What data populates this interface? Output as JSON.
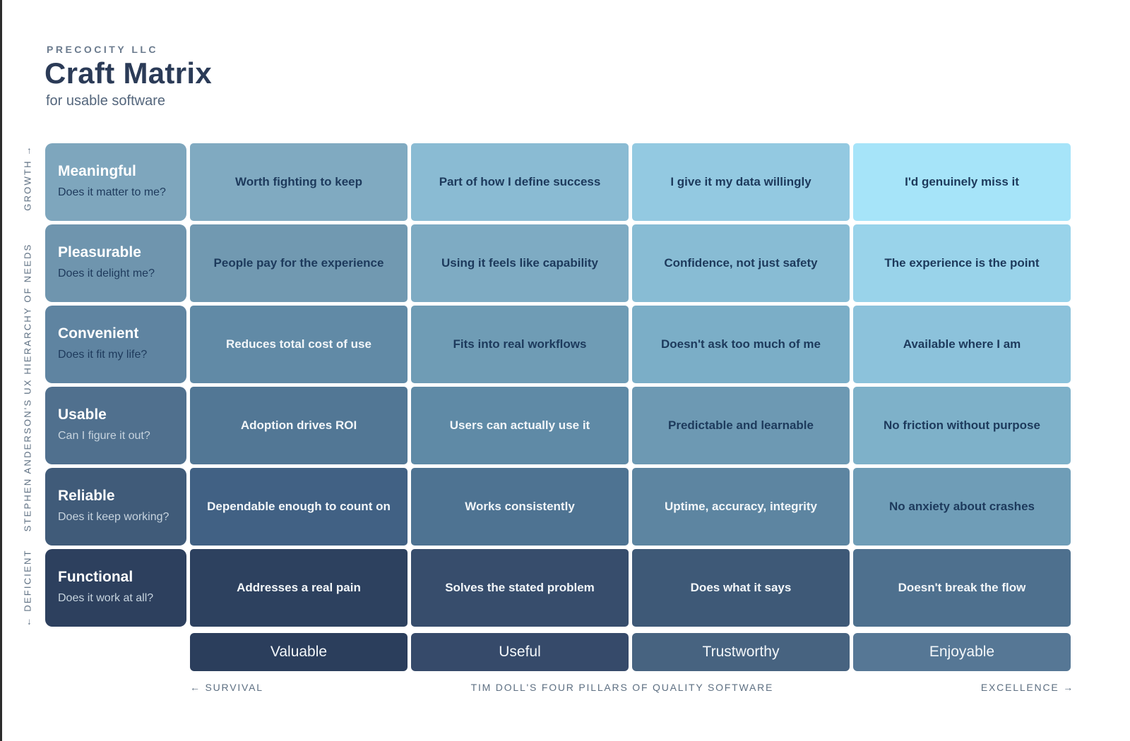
{
  "header": {
    "company": "PRECOCITY LLC",
    "title": "Craft Matrix",
    "subtitle": "for usable software"
  },
  "left_axis": {
    "top_label": "GROWTH",
    "middle_label": "STEPHEN ANDERSON'S UX HIERARCHY OF NEEDS",
    "bottom_label": "DEFICIENT"
  },
  "bottom_axis": {
    "left": "← SURVIVAL",
    "center": "TIM DOLL'S FOUR PILLARS OF QUALITY SOFTWARE",
    "right": "EXCELLENCE →"
  },
  "matrix": {
    "rows": [
      {
        "title": "Meaningful",
        "question": "Does it matter to me?",
        "label_bg": "#7ea6bd",
        "question_tone": "dark",
        "cells": [
          {
            "text": "Worth fighting to keep",
            "bg": "#80aac1",
            "tone": "dark"
          },
          {
            "text": "Part of how I define success",
            "bg": "#8abbd3",
            "tone": "dark"
          },
          {
            "text": "I give it my data willingly",
            "bg": "#93c9e1",
            "tone": "dark"
          },
          {
            "text": "I'd genuinely miss it",
            "bg": "#a6e4f9",
            "tone": "dark"
          }
        ]
      },
      {
        "title": "Pleasurable",
        "question": "Does it delight me?",
        "label_bg": "#6f95ae",
        "question_tone": "dark",
        "cells": [
          {
            "text": "People pay for the experience",
            "bg": "#7199b1",
            "tone": "dark"
          },
          {
            "text": "Using it feels like capability",
            "bg": "#7eabc3",
            "tone": "dark"
          },
          {
            "text": "Confidence, not just safety",
            "bg": "#88bcd4",
            "tone": "dark"
          },
          {
            "text": "The experience is the point",
            "bg": "#99d3ea",
            "tone": "dark"
          }
        ]
      },
      {
        "title": "Convenient",
        "question": "Does it fit my life?",
        "label_bg": "#5f84a1",
        "question_tone": "dark",
        "cells": [
          {
            "text": "Reduces total cost of use",
            "bg": "#618aa6",
            "tone": "light"
          },
          {
            "text": "Fits into real workflows",
            "bg": "#6f9cb5",
            "tone": "dark"
          },
          {
            "text": "Doesn't ask too much of me",
            "bg": "#7baec7",
            "tone": "dark"
          },
          {
            "text": "Available where I am",
            "bg": "#8cc2db",
            "tone": "dark"
          }
        ]
      },
      {
        "title": "Usable",
        "question": "Can I figure it out?",
        "label_bg": "#50708e",
        "question_tone": "light",
        "cells": [
          {
            "text": "Adoption drives ROI",
            "bg": "#527795",
            "tone": "light"
          },
          {
            "text": "Users can actually use it",
            "bg": "#5f8aa6",
            "tone": "light"
          },
          {
            "text": "Predictable and learnable",
            "bg": "#6d99b3",
            "tone": "dark"
          },
          {
            "text": "No friction without purpose",
            "bg": "#7eb1c9",
            "tone": "dark"
          }
        ]
      },
      {
        "title": "Reliable",
        "question": "Does it keep working?",
        "label_bg": "#405b79",
        "question_tone": "light",
        "cells": [
          {
            "text": "Dependable enough to count on",
            "bg": "#416184",
            "tone": "light"
          },
          {
            "text": "Works consistently",
            "bg": "#4e7392",
            "tone": "light"
          },
          {
            "text": "Uptime, accuracy, integrity",
            "bg": "#5d85a1",
            "tone": "light"
          },
          {
            "text": "No anxiety about crashes",
            "bg": "#6f9db7",
            "tone": "dark"
          }
        ]
      },
      {
        "title": "Functional",
        "question": "Does it work at all?",
        "label_bg": "#2d405e",
        "question_tone": "light",
        "cells": [
          {
            "text": "Addresses a real pain",
            "bg": "#2d415f",
            "tone": "light"
          },
          {
            "text": "Solves the stated problem",
            "bg": "#374d6c",
            "tone": "light"
          },
          {
            "text": "Does what it says",
            "bg": "#3e5977",
            "tone": "light"
          },
          {
            "text": "Doesn't break the flow",
            "bg": "#4e708e",
            "tone": "light"
          }
        ]
      }
    ],
    "columns": [
      {
        "label": "Valuable",
        "bg": "#2b3e5c"
      },
      {
        "label": "Useful",
        "bg": "#364a6a"
      },
      {
        "label": "Trustworthy",
        "bg": "#476380"
      },
      {
        "label": "Enjoyable",
        "bg": "#567795"
      }
    ]
  }
}
